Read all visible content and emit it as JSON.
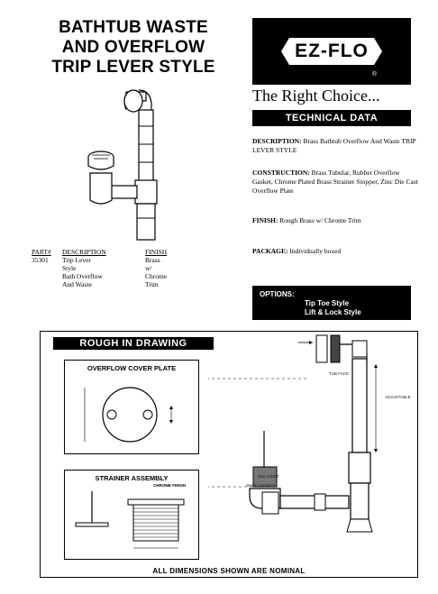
{
  "title": {
    "line1": "BATHTUB WASTE",
    "line2": "AND OVERFLOW",
    "line3": "TRIP LEVER STYLE"
  },
  "logo": {
    "text": "EZ-FLO",
    "mark": "®"
  },
  "tagline": "The Right Choice...",
  "tech_bar": "TECHNICAL DATA",
  "specs": {
    "description_label": "DESCRIPTION:",
    "description_text": "Brass Bathtub Overflow And Waste TRIP LEVER STYLE",
    "construction_label": "CONSTRUCTION:",
    "construction_text": "Brass Tubular, Rubber Overflow Gasket, Chrome Plated Brass Strainer Stopper, Zinc Die Cast Overflow Plate",
    "finish_label": "FINISH:",
    "finish_text": "Rough Brass w/ Chrome Trim",
    "package_label": "PACKAGE:",
    "package_text": "Individually boxed"
  },
  "parts_table": {
    "headers": [
      "PART#",
      "DESCRIPTION",
      "FINISH"
    ],
    "part_no": "35301",
    "description": [
      "Trip Lever Style",
      "Bath Overflow",
      "And Waste"
    ],
    "finish": [
      "Brass w/",
      "Chrome",
      "Trim"
    ]
  },
  "options": {
    "label": "OPTIONS:",
    "items": [
      "Tip Toe Style",
      "Lift & Lock Style"
    ]
  },
  "drawing": {
    "header": "ROUGH IN DRAWING",
    "overflow_panel_title": "OVERFLOW COVER PLATE",
    "strainer_panel_title": "STRAINER ASSEMBLY",
    "chrome_finish": "CHROME FINISH",
    "footer": "ALL DIMENSIONS SHOWN ARE NOMINAL",
    "note_see_inset": "SEE INSET",
    "note_shoe_gasket": "SHOE GASKET",
    "note_adjustable": "ADJUSTABLE",
    "note_tub_faceplate": "TUB FACE"
  },
  "colors": {
    "black": "#000000",
    "white": "#ffffff"
  }
}
